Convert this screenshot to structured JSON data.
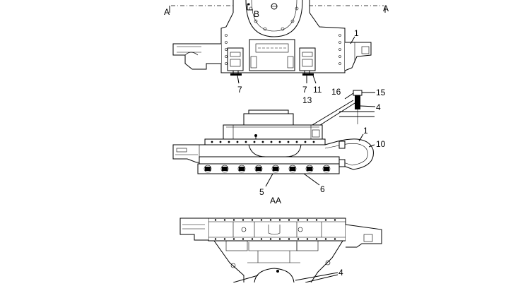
{
  "section_marks": {
    "left": "A",
    "right": "A",
    "detail": "B"
  },
  "view_title": "AA",
  "callouts": {
    "top_1": "1",
    "top_7a": "7",
    "top_7b": "7",
    "top_11": "11",
    "top_13": "13",
    "mid_16": "16",
    "mid_15": "15",
    "mid_4": "4",
    "mid_1": "1",
    "mid_10": "10",
    "mid_5": "5",
    "mid_6": "6",
    "bot_4": "4"
  }
}
